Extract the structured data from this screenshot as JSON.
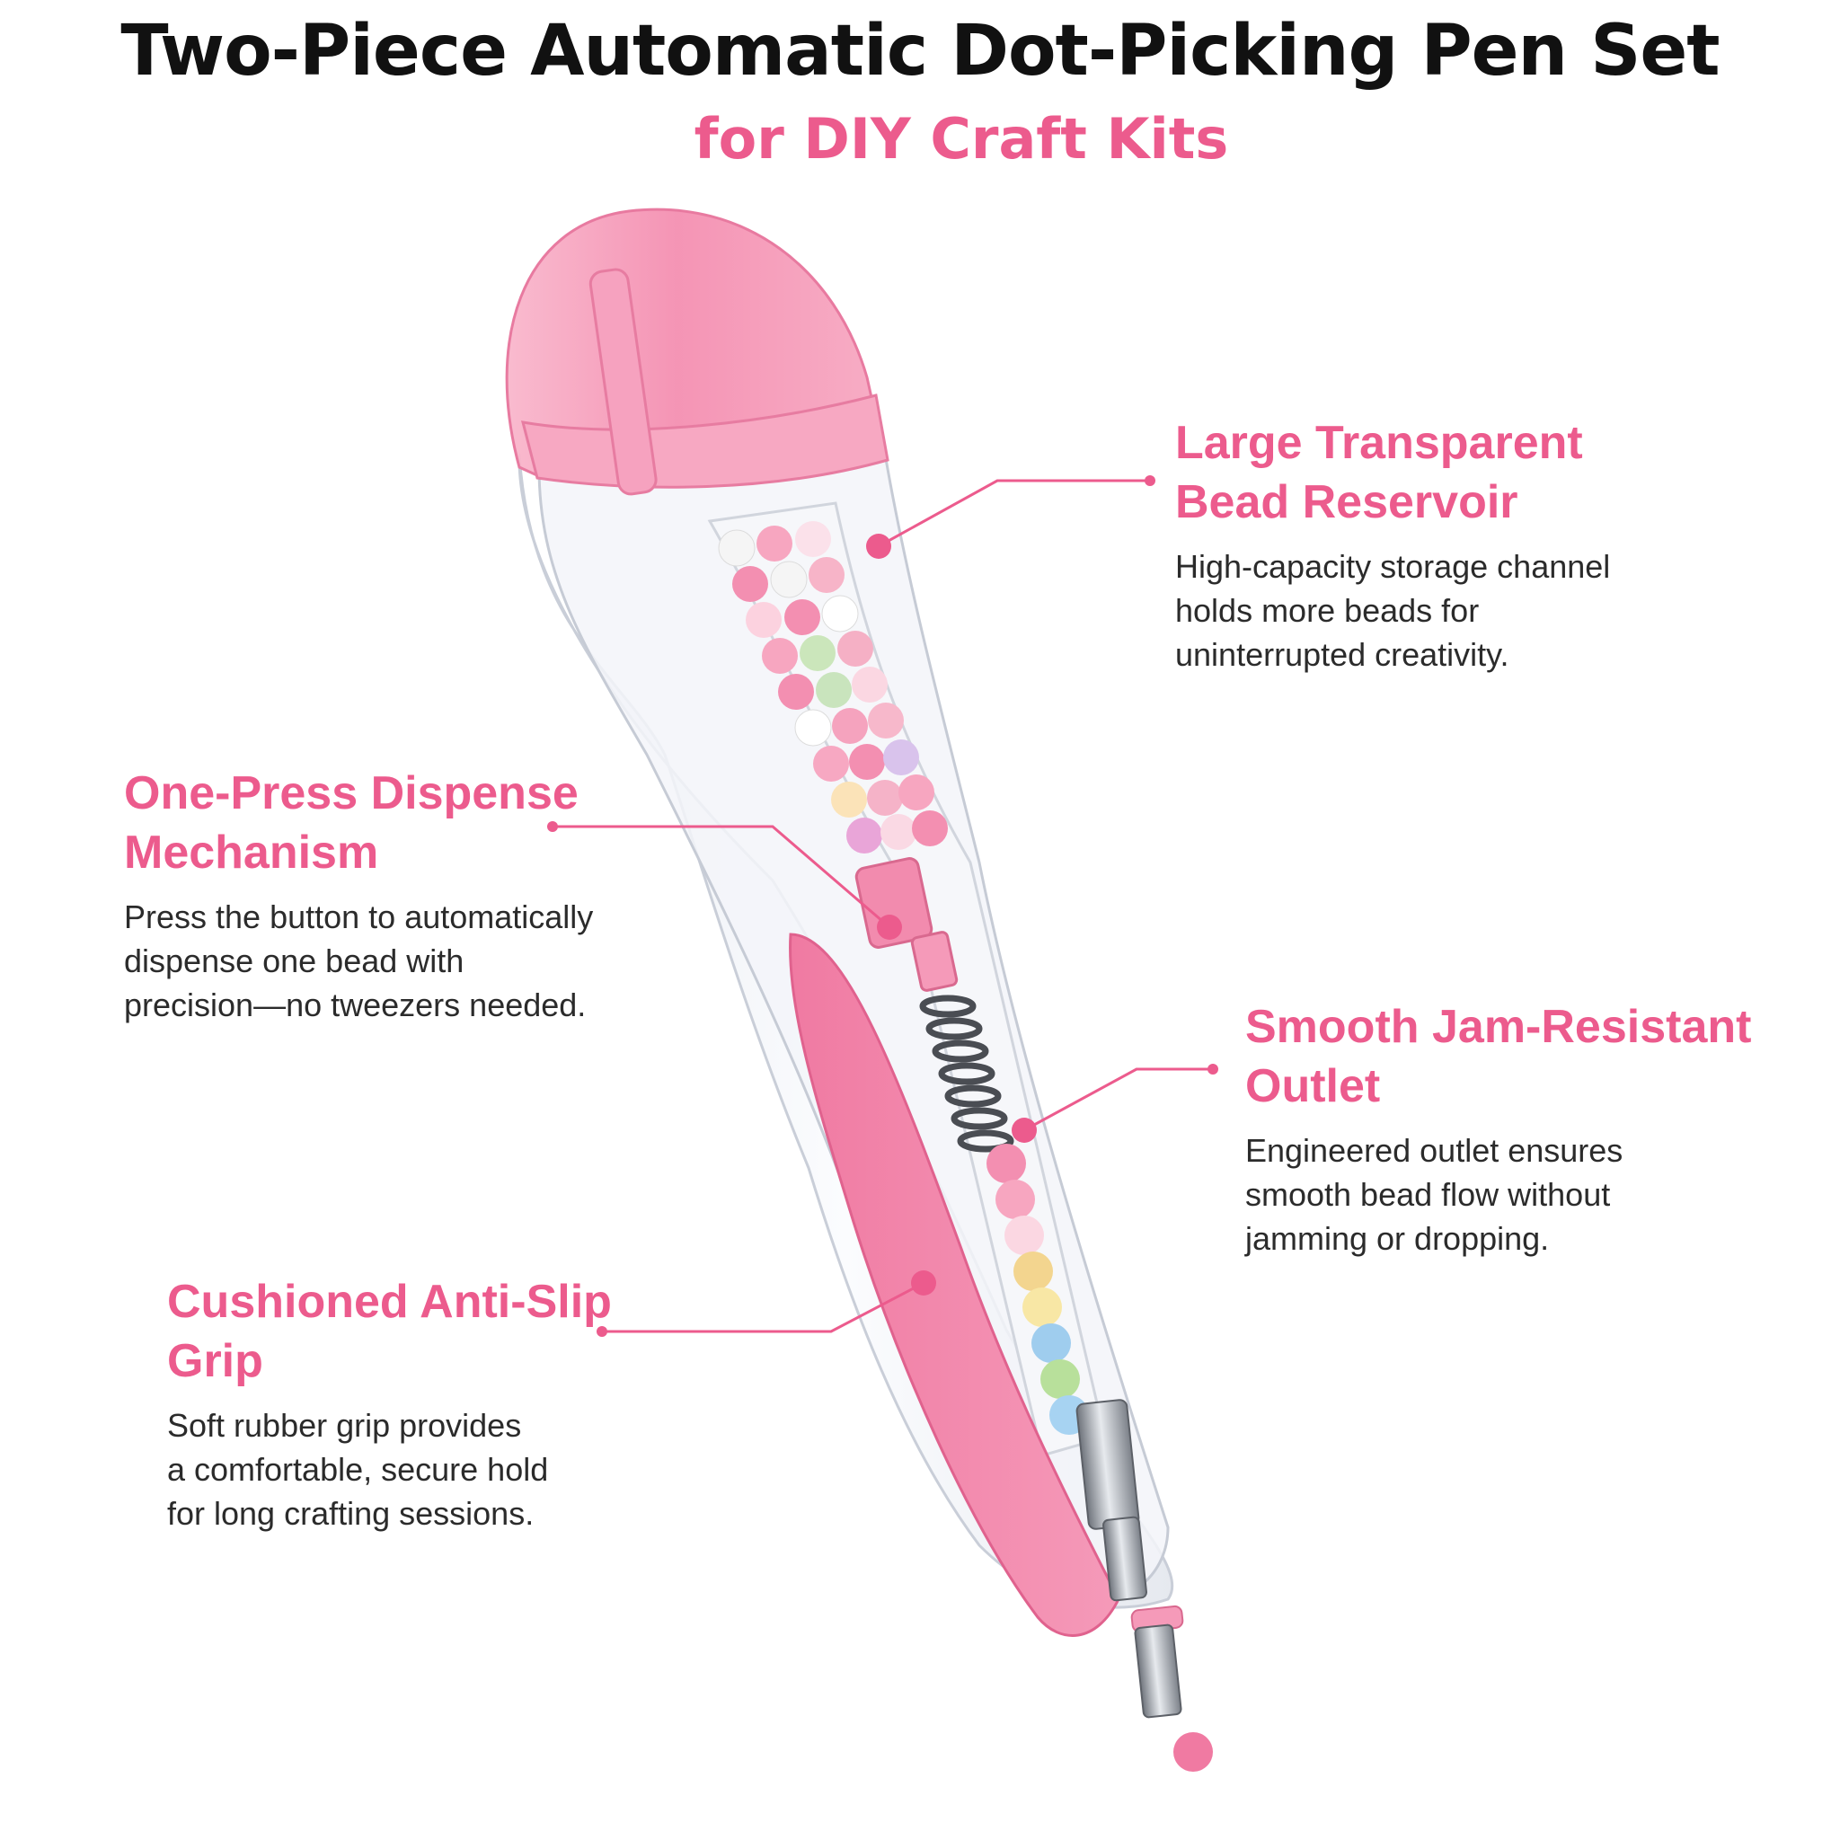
{
  "header": {
    "title": "Two-Piece Automatic Dot-Picking Pen Set",
    "subtitle": "for DIY Craft Kits"
  },
  "colors": {
    "accent": "#ec5b8d",
    "title": "#111111",
    "body_text": "#2b2b2b",
    "pen_pink": "#f28bae",
    "pen_clear": "#eef0f4"
  },
  "callouts": {
    "reservoir": {
      "heading": [
        "Large Transparent",
        "Bead Reservoir"
      ],
      "body": [
        "High-capacity storage channel",
        "holds more beads for",
        "uninterrupted creativity."
      ]
    },
    "dispense": {
      "heading": [
        "One-Press Dispense",
        "Mechanism"
      ],
      "body": [
        "Press the button to automatically",
        "dispense one bead with",
        "precision—no tweezers needed."
      ]
    },
    "outlet": {
      "heading": [
        "Smooth Jam-Resistant",
        "Outlet"
      ],
      "body": [
        "Engineered outlet ensures",
        "smooth bead flow without",
        "jamming or dropping."
      ]
    },
    "grip": {
      "heading": [
        "Cushioned Anti-Slip",
        "Grip"
      ],
      "body": [
        "Soft rubber grip provides",
        "a comfortable, secure hold",
        "for long crafting sessions."
      ]
    }
  }
}
